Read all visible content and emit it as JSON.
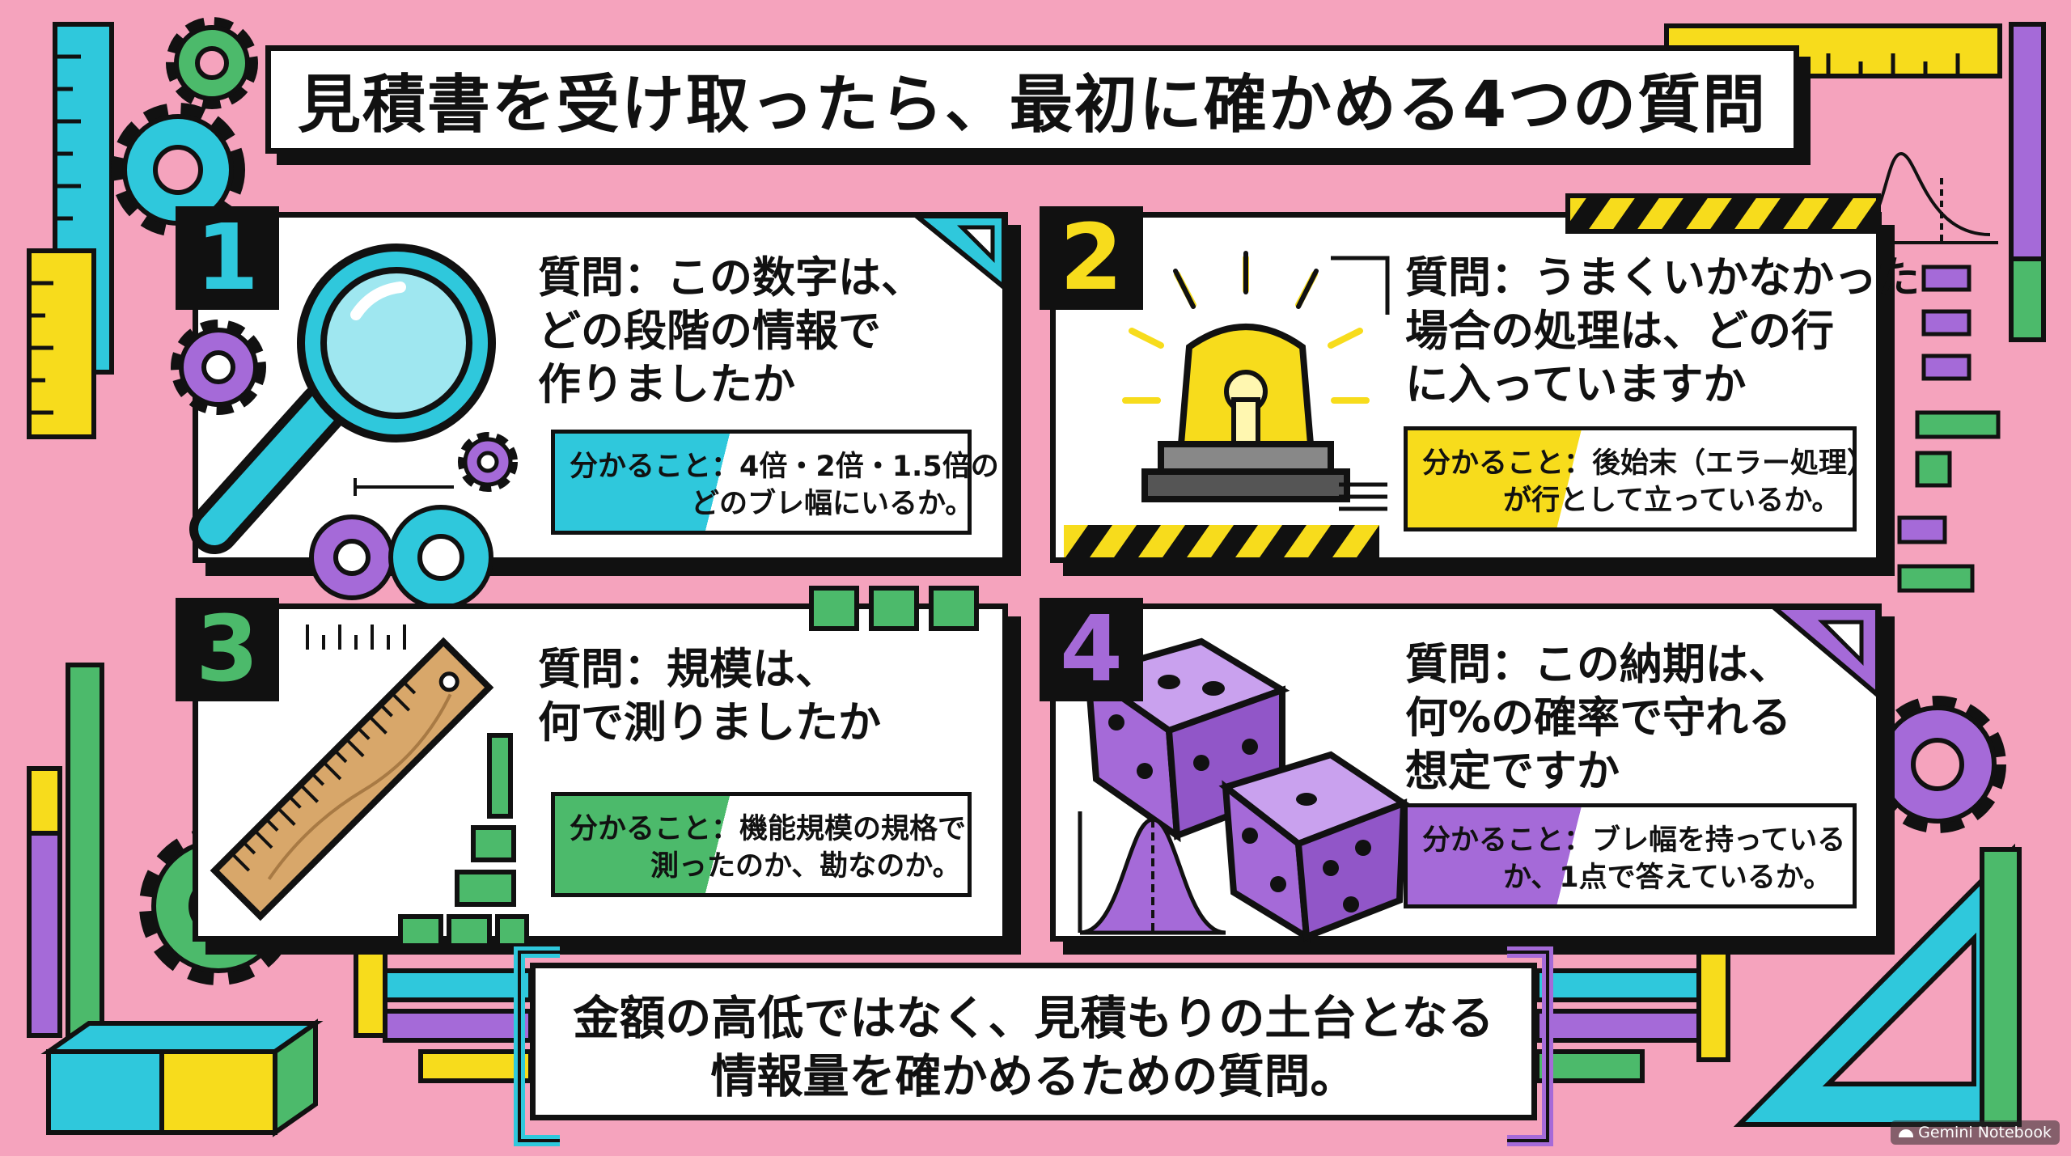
{
  "title": "見積書を受け取ったら、最初に確かめる4つの質問",
  "colors": {
    "background": "#f5a3bd",
    "cyan": "#2fc8dc",
    "yellow": "#f7dc1c",
    "green": "#4cba6b",
    "purple": "#a56ad8",
    "ink": "#111111"
  },
  "cards": [
    {
      "number": "1",
      "number_color": "#2fc8dc",
      "question_lines": [
        "質問：この数字は、",
        "どの段階の情報で",
        "作りましたか"
      ],
      "info_lines": [
        "分かること：4倍・2倍・1.5倍の",
        "どのブレ幅にいるか。"
      ],
      "accent": "#2fc8dc",
      "icon": "magnifying-glass-icon"
    },
    {
      "number": "2",
      "number_color": "#f7dc1c",
      "question_lines": [
        "質問：うまくいかなかった",
        "場合の処理は、どの行",
        "に入っていますか"
      ],
      "info_lines": [
        "分かること：後始末（エラー処理）",
        "が行として立っているか。"
      ],
      "accent": "#f7dc1c",
      "icon": "warning-light-icon"
    },
    {
      "number": "3",
      "number_color": "#4cba6b",
      "question_lines": [
        "質問：規模は、",
        "何で測りましたか"
      ],
      "info_lines": [
        "分かること：機能規模の規格で",
        "測ったのか、勘なのか。"
      ],
      "accent": "#4cba6b",
      "icon": "ruler-icon"
    },
    {
      "number": "4",
      "number_color": "#a56ad8",
      "question_lines": [
        "質問：この納期は、",
        "何%の確率で守れる",
        "想定ですか"
      ],
      "info_lines": [
        "分かること：ブレ幅を持っている",
        "か、1点で答えているか。"
      ],
      "accent": "#a56ad8",
      "icon": "dice-icon"
    }
  ],
  "bottom_lines": [
    "金額の高低ではなく、見積もりの土台となる",
    "情報量を確かめるための質問。"
  ],
  "watermark": "Gemini Notebook"
}
